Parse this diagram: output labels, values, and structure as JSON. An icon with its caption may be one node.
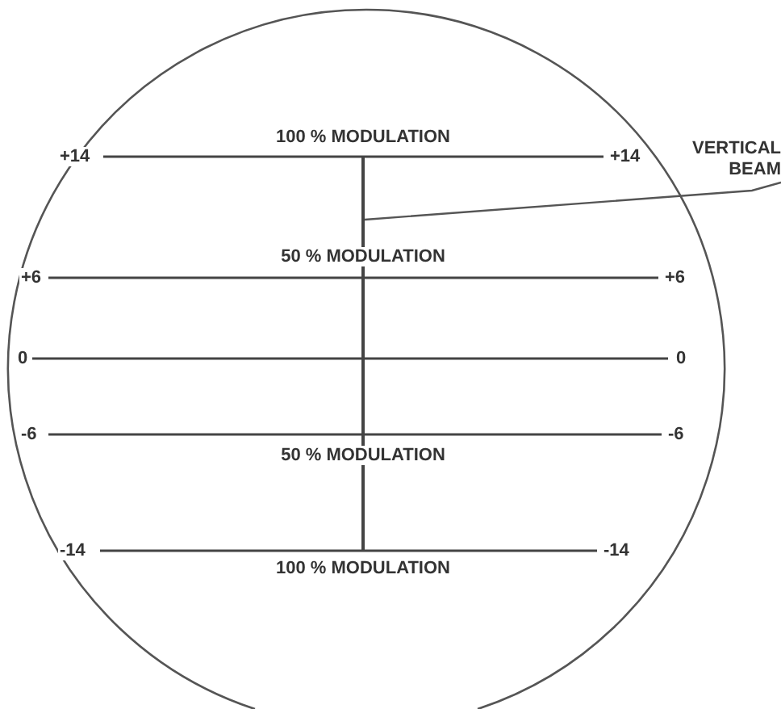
{
  "diagram": {
    "nodes": [
      {
        "text": [
          "VERTICAL BEAM"
        ]
      },
      {
        "text": [],
        "shape": "bar"
      }
    ],
    "edges": [
      {
        "from": 0,
        "to": 1,
        "arrow": "none"
      }
    ],
    "labels": [
      "100 % MODULATION",
      "+14",
      "+14",
      "50 % MODULATION",
      "+6",
      "+6",
      "0",
      "0",
      "-6",
      "-6",
      "50 % MODULATION",
      "-14",
      "-14",
      "100 % MODULATION"
    ]
  }
}
